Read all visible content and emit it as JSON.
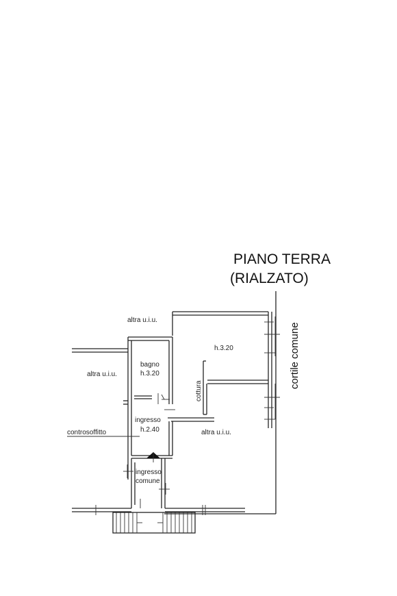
{
  "title": {
    "line1": "PIANO TERRA",
    "line2": "(RIALZATO)"
  },
  "labels": {
    "altra_top": "altra u.i.u.",
    "altra_left": "altra u.i.u.",
    "altra_right": "altra u.i.u.",
    "height_main": "h.3.20",
    "bagno": "bagno",
    "bagno_h": "h.3.20",
    "ingresso": "ingresso",
    "ingresso_h": "h.2.40",
    "controsoffitto": "controsoffitto",
    "ingresso_comune_1": "ingresso",
    "ingresso_comune_2": "comune",
    "cottura": "cottura",
    "cortile": "cortile comune"
  }
}
